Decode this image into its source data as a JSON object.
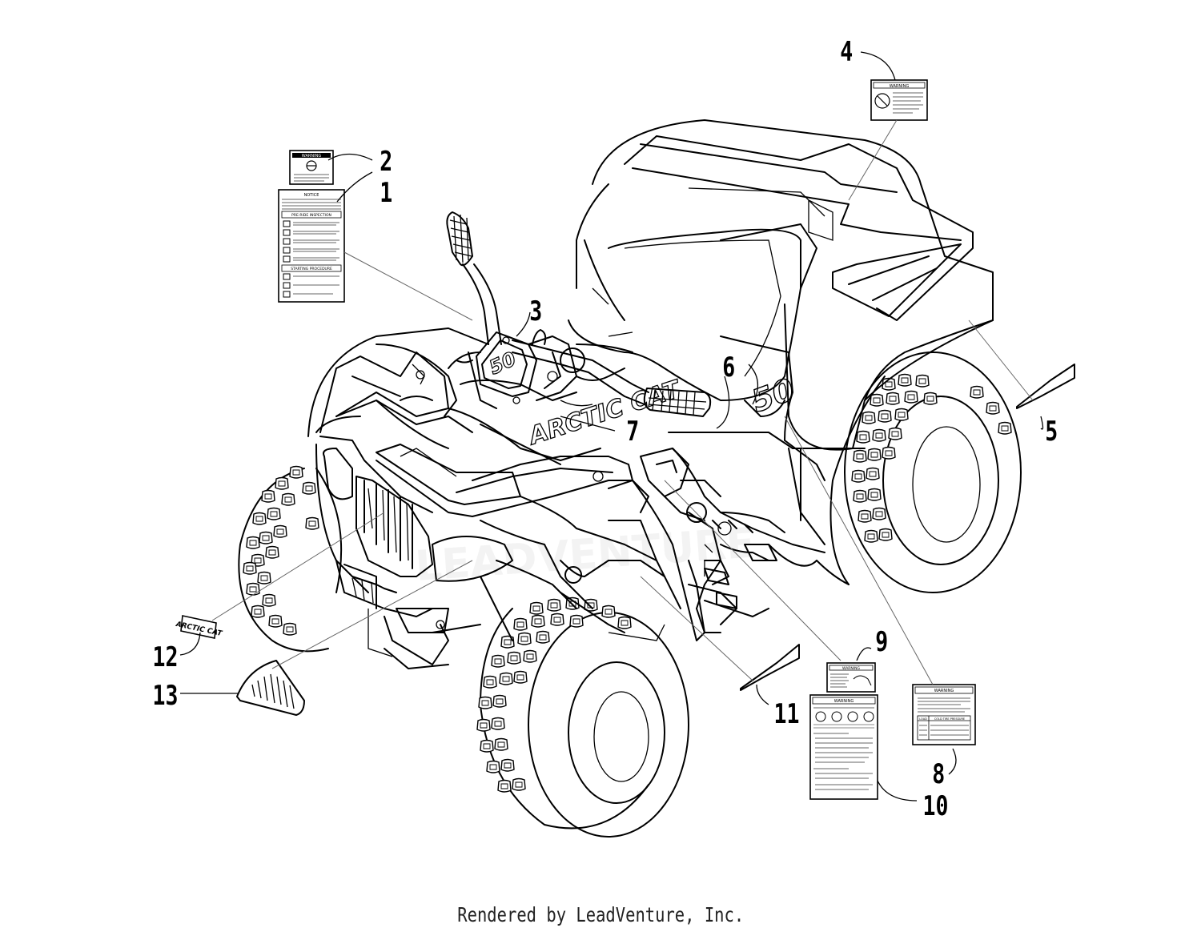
{
  "diagram": {
    "callouts": [
      {
        "id": 1,
        "label": "1"
      },
      {
        "id": 2,
        "label": "2"
      },
      {
        "id": 3,
        "label": "3"
      },
      {
        "id": 4,
        "label": "4"
      },
      {
        "id": 5,
        "label": "5"
      },
      {
        "id": 6,
        "label": "6"
      },
      {
        "id": 7,
        "label": "7"
      },
      {
        "id": 8,
        "label": "8"
      },
      {
        "id": 9,
        "label": "9"
      },
      {
        "id": 10,
        "label": "10"
      },
      {
        "id": 11,
        "label": "11"
      },
      {
        "id": 12,
        "label": "12"
      },
      {
        "id": 13,
        "label": "13"
      }
    ],
    "body_text": {
      "brand": "ARCTIC CAT",
      "model": "50",
      "watermark": "LEADVENTURE"
    },
    "decal_text": {
      "warning": "WARNING",
      "notice": "NOTICE",
      "pre_ride_inspection": "PRE-RIDE INSPECTION",
      "starting_procedure": "STARTING PROCEDURE",
      "load": "LOAD",
      "cold_tire_pressure": "COLD TIRE PRESSURE",
      "nameplate": "ARCTIC CAT"
    }
  },
  "footer": {
    "text": "Rendered by LeadVenture, Inc."
  }
}
